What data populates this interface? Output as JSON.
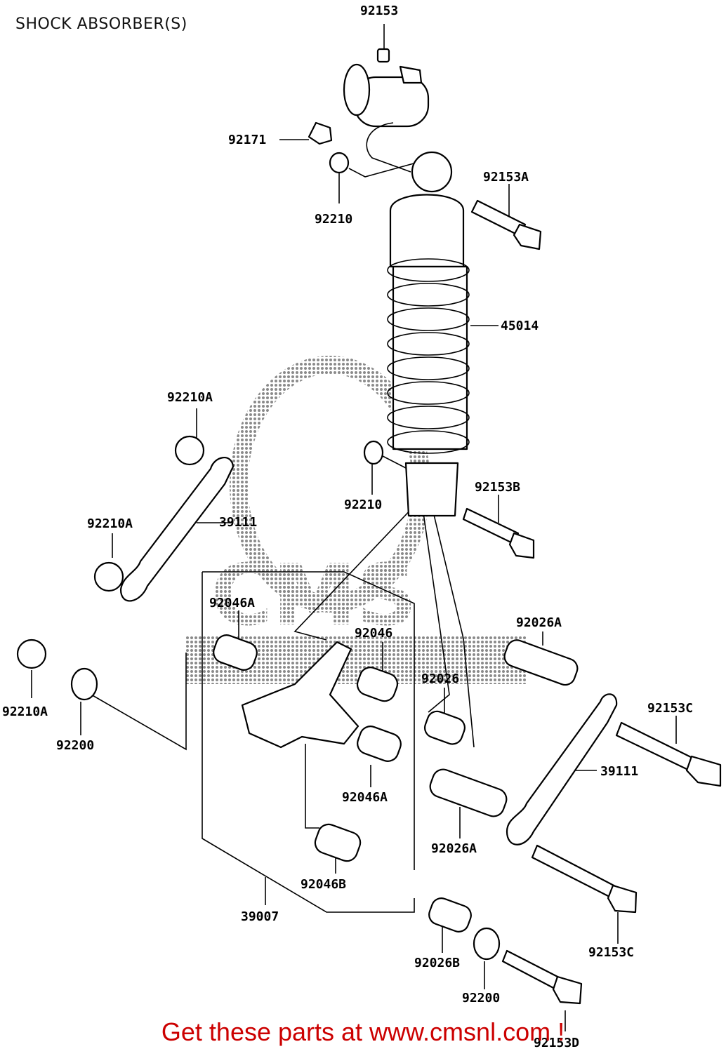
{
  "title": "SHOCK ABSORBER(S)",
  "promo": "Get these parts at www.cmsnl.com !",
  "watermark": "CMS",
  "colors": {
    "promo": "#cc0000",
    "watermark": "#9a9a9a",
    "lines": "#000000"
  },
  "callouts": {
    "c92153": "92153",
    "c92171": "92171",
    "c92153A": "92153A",
    "c92210_top": "92210",
    "c45014": "45014",
    "c92210A_1": "92210A",
    "c92210_mid": "92210",
    "c92153B": "92153B",
    "c92210A_2": "92210A",
    "c39111_left": "39111",
    "c92046A_1": "92046A",
    "c92026A_1": "92026A",
    "c92046": "92046",
    "c92026": "92026",
    "c92210A_3": "92210A",
    "c92153C_1": "92153C",
    "c92200_1": "92200",
    "c39111_right": "39111",
    "c92046A_2": "92046A",
    "c92026A_2": "92026A",
    "c92046B": "92046B",
    "c39007": "39007",
    "c92026B": "92026B",
    "c92153C_2": "92153C",
    "c92200_2": "92200",
    "c92153D": "92153D"
  }
}
